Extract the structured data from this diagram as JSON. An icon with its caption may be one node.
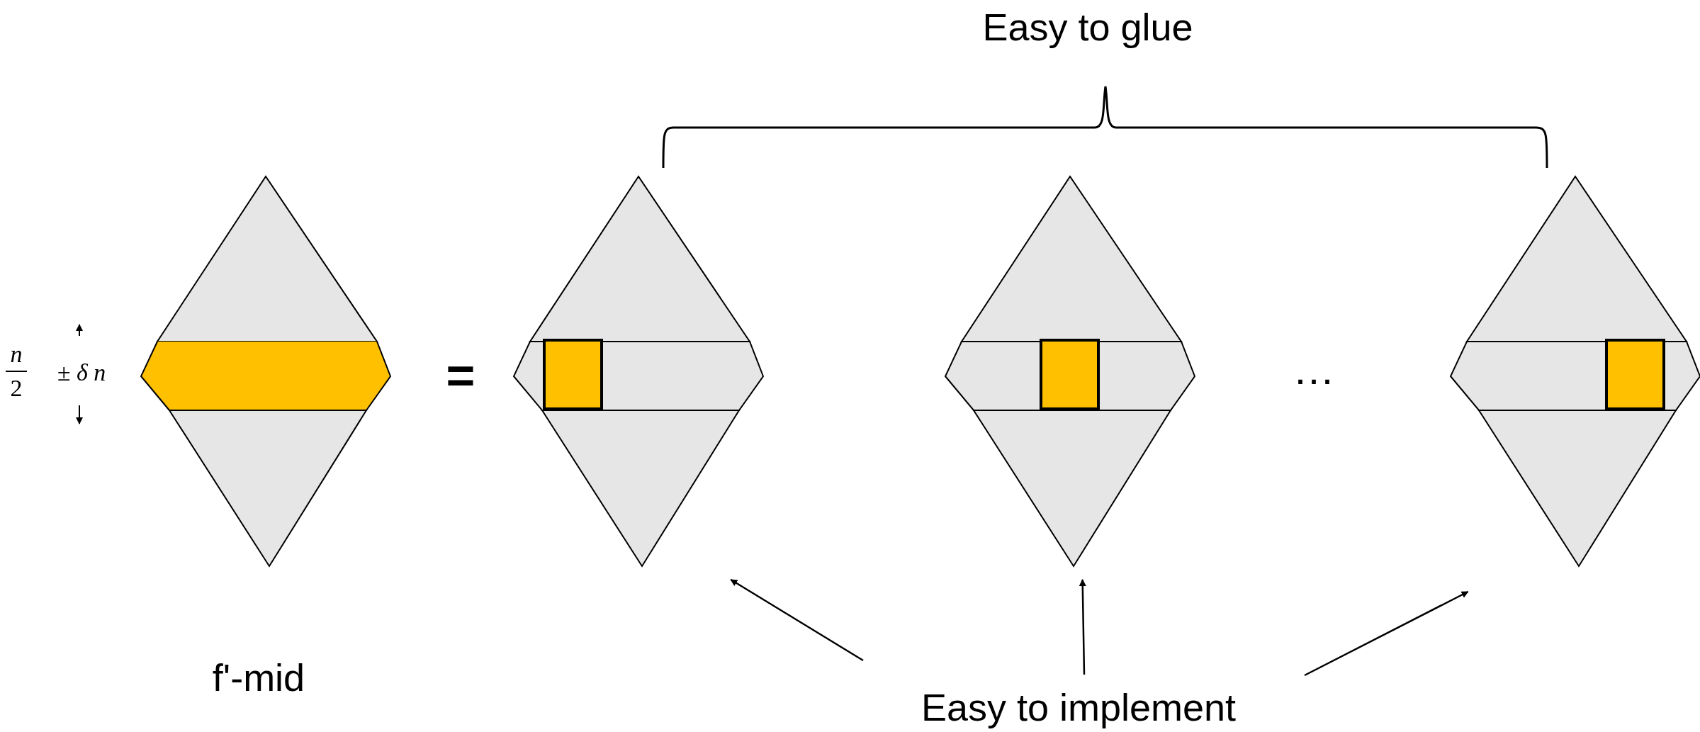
{
  "diagram": {
    "nodes": [
      {
        "text": [],
        "shape": "diamond",
        "beside": [
          "f'-mid"
        ]
      },
      {
        "text": [],
        "shape": "diamond"
      },
      {
        "text": [],
        "shape": "diamond"
      },
      {
        "text": [],
        "shape": "diamond"
      },
      {
        "text": [
          "Easy to implement"
        ]
      }
    ],
    "edges": [
      {
        "from": 4,
        "to": 1,
        "arrow": "to"
      },
      {
        "from": 4,
        "to": 2,
        "arrow": "to"
      },
      {
        "from": 4,
        "to": 3,
        "arrow": "to"
      }
    ],
    "labels": [
      "Easy to glue",
      "n",
      "2",
      "± δ n",
      "=",
      "…"
    ]
  }
}
